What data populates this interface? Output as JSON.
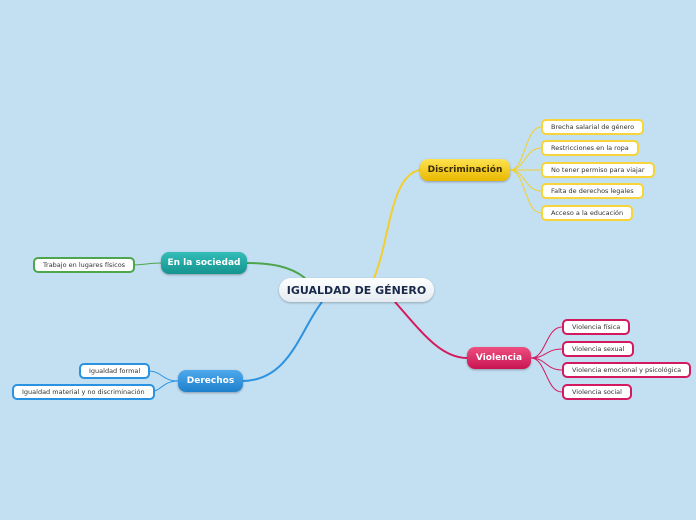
{
  "central": "IGUALDAD DE GÉNERO",
  "colors": {
    "yellow": "#f6d43a",
    "pink": "#d31a5e",
    "teal": "#1da8a3",
    "green": "#4da54d",
    "blue": "#2a92e0"
  },
  "branches": {
    "discriminacion": {
      "label": "Discriminación",
      "items": [
        "Brecha salarial de género",
        "Restricciones en la ropa",
        "No tener permiso para viajar",
        "Falta de derechos legales",
        "Acceso a la educación"
      ]
    },
    "violencia": {
      "label": "Violencia",
      "items": [
        "Violencia física",
        "Violencia sexual",
        "Violencia emocional y psicológica",
        "Violencia social"
      ]
    },
    "sociedad": {
      "label": "En la sociedad",
      "items": [
        "Trabajo en lugares físicos"
      ]
    },
    "derechos": {
      "label": "Derechos",
      "items": [
        "Igualdad formal",
        "Igualdad material y no discriminación"
      ]
    }
  }
}
